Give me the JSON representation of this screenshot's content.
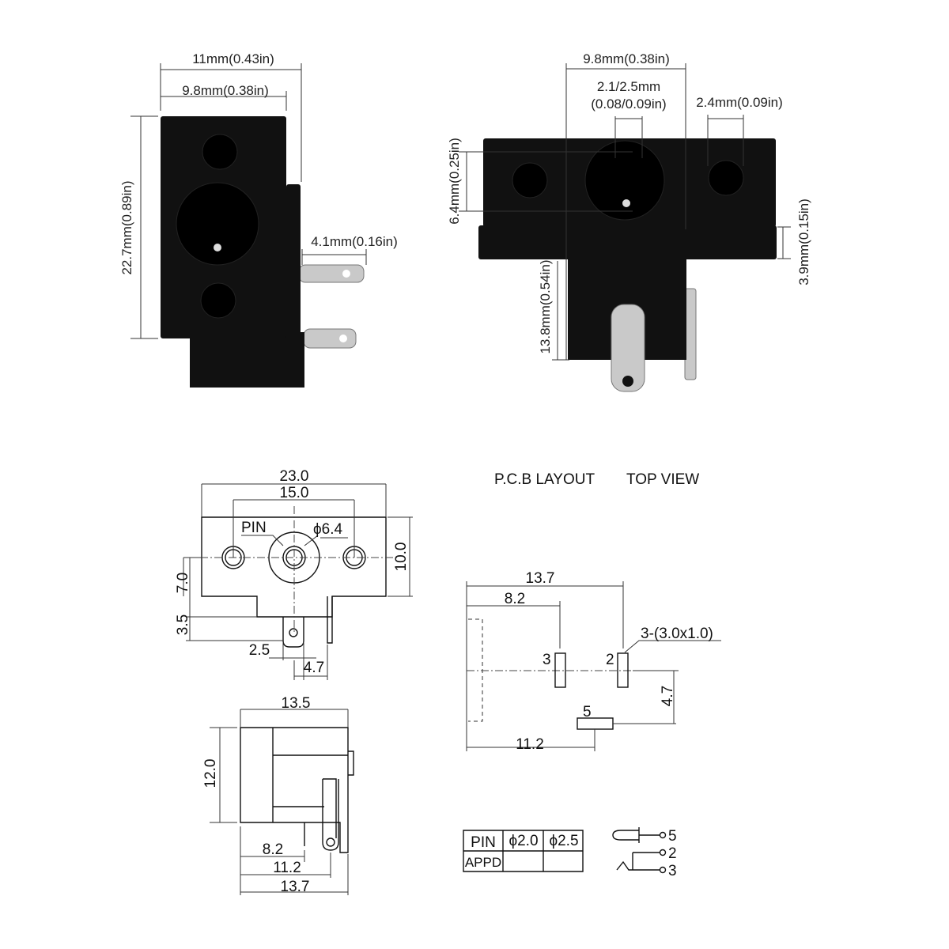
{
  "photo_front": {
    "width_outer": "11mm(0.43in)",
    "width_inner": "9.8mm(0.38in)",
    "height": "22.7mm(0.89in)",
    "tab_offset": "4.1mm(0.16in)"
  },
  "photo_side": {
    "width": "9.8mm(0.38in)",
    "pin_dia_line1": "2.1/2.5mm",
    "pin_dia_line2": "(0.08/0.09in)",
    "hole_dia": "2.4mm(0.09in)",
    "hole_height": "6.4mm(0.25in)",
    "flange": "3.9mm(0.15in)",
    "depth": "13.8mm(0.54in)"
  },
  "front_drawing": {
    "overall_width": "23.0",
    "hole_spacing": "15.0",
    "pin_label": "PIN",
    "bore": "ϕ6.4",
    "height": "10.0",
    "center_height": "7.0",
    "tab_height": "3.5",
    "pin_offset": "2.5",
    "side_offset": "4.7"
  },
  "side_drawing": {
    "length": "13.5",
    "height": "12.0",
    "d1": "8.2",
    "d2": "11.2",
    "d3": "13.7"
  },
  "pcb_layout": {
    "title": "P.C.B LAYOUT",
    "subtitle": "TOP VIEW",
    "d_total": "13.7",
    "d_pin3": "8.2",
    "d_pin5": "11.2",
    "d_vertical": "4.7",
    "slot_spec": "3-(3.0x1.0)",
    "pin3": "3",
    "pin2": "2",
    "pin5": "5"
  },
  "pin_table": {
    "headers": [
      "PIN",
      "ϕ2.0",
      "ϕ2.5"
    ],
    "row_label": "APPD"
  },
  "schematic": {
    "pins": [
      "5",
      "2",
      "3"
    ]
  }
}
